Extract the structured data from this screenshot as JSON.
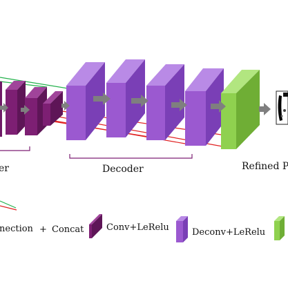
{
  "labels": {
    "encoder_partial": "er",
    "decoder": "Decoder",
    "output_partial": "Refined P"
  },
  "legend": {
    "connection_partial": "nection",
    "plus": "+",
    "concat": "Concat",
    "conv": "Conv+LeRelu",
    "deconv": "Deconv+LeRelu"
  },
  "colors": {
    "encoder_block": "#7d1f73",
    "decoder_block": "#9b59d0",
    "output_block": "#8fd14f",
    "arrow": "#7f7f7f",
    "skip_red": "#e02020",
    "skip_green": "#22b04b"
  }
}
